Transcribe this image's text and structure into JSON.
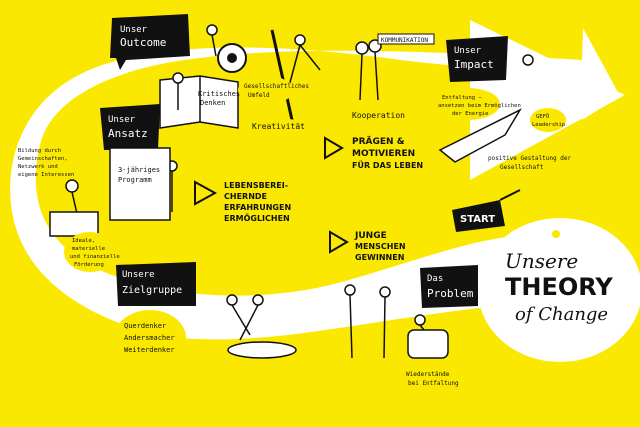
{
  "colors": {
    "background": "#fbe800",
    "path": "#ffffff",
    "ink": "#111111",
    "accent": "#fbe800"
  },
  "labels": {
    "outcome": [
      "Unser",
      "Outcome"
    ],
    "impact": [
      "Unser",
      "Impact"
    ],
    "ansatz": [
      "Unser",
      "Ansatz"
    ],
    "zielgruppe": [
      "Unsere",
      "Zielgruppe"
    ],
    "problem": [
      "Das",
      "Problem"
    ]
  },
  "title": {
    "line1": "Unsere",
    "line2": "THEORY",
    "line3": "of Change"
  },
  "start": "START",
  "steps": {
    "praegen": [
      "PRÄGEN &",
      "MOTIVIEREN",
      "FÜR DAS LEBEN"
    ],
    "lebens": [
      "LEBENSBEREI-",
      "CHERNDE",
      "ERFAHRUNGEN",
      "ERMÖGLICHEN"
    ],
    "junge": [
      "JUNGE",
      "MENSCHEN",
      "GEWINNEN"
    ]
  },
  "notes": {
    "kritisches": [
      "Kritisches",
      "Denken"
    ],
    "gesellschaft": [
      "Gesellschaftliches",
      "Umfeld"
    ],
    "kreativitaet": "Kreativität",
    "kooperation": "Kooperation",
    "kommunikation": "KOMMUNIKATION",
    "entfaltung": [
      "Entfaltung –",
      "ansetzen beim Ermöglichen",
      "der Energie"
    ],
    "leadership": [
      "GEFÖ",
      "Leadership"
    ],
    "positive": [
      "positive Gestaltung der",
      "Gesellschaft"
    ],
    "bildung": [
      "Bildung durch",
      "Gemeinschaften,",
      "Netzwerk und",
      "eigene Interessen"
    ],
    "jaehriges": [
      "3-jähriges",
      "Programm"
    ],
    "ideale": [
      "Ideale,",
      "materielle",
      "und finanzielle",
      "Förderung"
    ],
    "zielgruppe": [
      "Querdenker",
      "Andersmacher",
      "Weiterdenker"
    ],
    "wiederstand": [
      "Wiederstände",
      "bei Entfaltung"
    ]
  }
}
